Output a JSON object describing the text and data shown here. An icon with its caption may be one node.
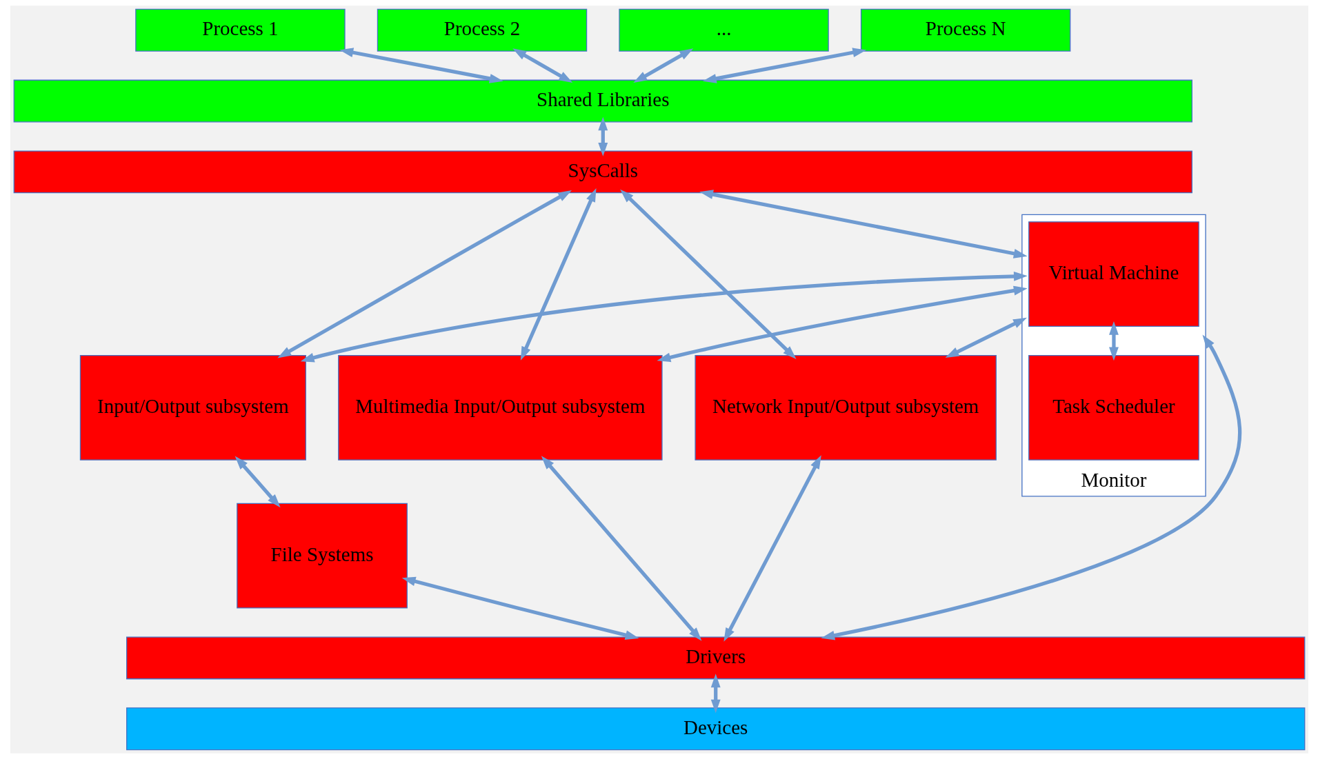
{
  "diagram": {
    "nodes": [
      {
        "text": [
          "Process 1"
        ]
      },
      {
        "text": [
          "Process 2"
        ]
      },
      {
        "text": [
          "..."
        ]
      },
      {
        "text": [
          "Process N"
        ]
      },
      {
        "text": [
          "Shared Libraries"
        ]
      },
      {
        "text": [
          "SysCalls"
        ]
      },
      {
        "text": [
          "Input/Output subsystem"
        ]
      },
      {
        "text": [
          "Monitor"
        ]
      },
      {
        "text": [
          "Virtual Machine"
        ],
        "in": 7
      },
      {
        "text": [
          "Task Scheduler"
        ],
        "in": 7
      },
      {
        "text": [
          "Multimedia Input/Output subsystem"
        ]
      },
      {
        "text": [
          "Network Input/Output subsystem"
        ]
      },
      {
        "text": [
          "File Systems"
        ]
      },
      {
        "text": [
          "Drivers"
        ]
      },
      {
        "text": [
          "Devices"
        ]
      }
    ],
    "edges": [
      {
        "from": 0,
        "to": 4,
        "arrow": "both"
      },
      {
        "from": 1,
        "to": 4,
        "arrow": "both"
      },
      {
        "from": 2,
        "to": 4,
        "arrow": "both"
      },
      {
        "from": 3,
        "to": 4,
        "arrow": "both"
      },
      {
        "from": 4,
        "to": 5,
        "arrow": "both"
      },
      {
        "from": 5,
        "to": 6,
        "arrow": "both"
      },
      {
        "from": 5,
        "to": 7,
        "arrow": "both"
      },
      {
        "from": 5,
        "to": 10,
        "arrow": "both"
      },
      {
        "from": 5,
        "to": 11,
        "arrow": "both"
      },
      {
        "from": 6,
        "to": 7,
        "arrow": "both"
      },
      {
        "from": 8,
        "to": 9,
        "arrow": "both"
      },
      {
        "from": 7,
        "to": 10,
        "arrow": "both"
      },
      {
        "from": 7,
        "to": 11,
        "arrow": "both"
      },
      {
        "from": 6,
        "to": 12,
        "arrow": "both"
      },
      {
        "from": 12,
        "to": 13,
        "arrow": "both"
      },
      {
        "from": 7,
        "to": 13,
        "arrow": "both"
      },
      {
        "from": 10,
        "to": 13,
        "arrow": "both"
      },
      {
        "from": 11,
        "to": 13,
        "arrow": "both"
      },
      {
        "from": 13,
        "to": 14,
        "arrow": "both"
      }
    ]
  }
}
